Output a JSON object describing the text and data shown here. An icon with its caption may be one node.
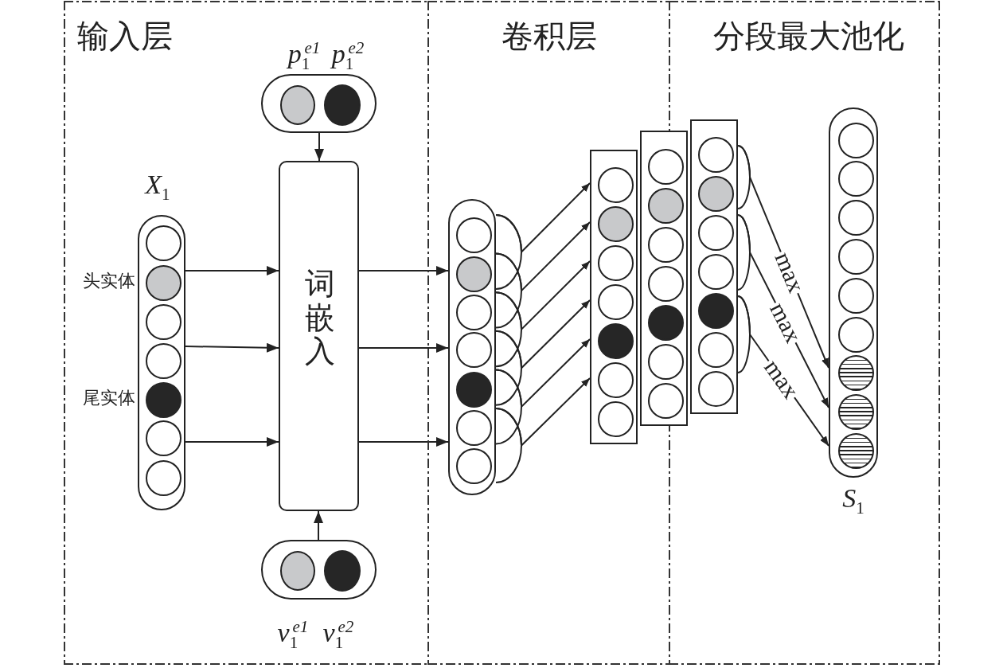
{
  "diagram": {
    "nodes": [
      {
        "text": [
          "输入层"
        ]
      },
      {
        "text": [
          "卷积层"
        ]
      },
      {
        "text": [
          "分段最大池化"
        ]
      },
      {
        "text": [
          "X$_{1}$"
        ],
        "beside": [
          "头实体",
          "尾实体"
        ],
        "in": 0
      },
      {
        "text": [
          "p$_{1}$$^{e1}$",
          "p$_{1}$$^{e2}$"
        ],
        "in": 0
      },
      {
        "text": [
          "词嵌入"
        ],
        "in": 0
      },
      {
        "text": [
          "v$_{1}$$^{e1}$",
          "v$_{1}$$^{e2}$"
        ],
        "in": 0
      },
      {
        "text": [],
        "shape": "bar",
        "in": 1
      },
      {
        "text": [],
        "shape": "box",
        "in": 1
      },
      {
        "text": [],
        "shape": "box"
      },
      {
        "text": [],
        "shape": "box",
        "in": 2
      },
      {
        "text": [
          "S$_{1}$"
        ],
        "in": 2
      }
    ],
    "edges": [
      {
        "from": 3,
        "to": 5,
        "arrow": "to"
      },
      {
        "from": 3,
        "to": 5,
        "arrow": "to"
      },
      {
        "from": 3,
        "to": 5,
        "arrow": "to"
      },
      {
        "from": 4,
        "to": 5,
        "arrow": "to"
      },
      {
        "from": 6,
        "to": 5,
        "arrow": "to"
      },
      {
        "from": 5,
        "to": 7,
        "arrow": "to"
      },
      {
        "from": 5,
        "to": 7,
        "arrow": "to"
      },
      {
        "from": 5,
        "to": 7,
        "arrow": "to"
      },
      {
        "from": 7,
        "to": 8,
        "arrow": "to"
      },
      {
        "from": 7,
        "to": 8,
        "arrow": "to"
      },
      {
        "from": 7,
        "to": 8,
        "arrow": "to"
      },
      {
        "from": 7,
        "to": 8,
        "arrow": "to"
      },
      {
        "from": 7,
        "to": 8,
        "arrow": "to"
      },
      {
        "from": 7,
        "to": 8,
        "arrow": "to"
      },
      {
        "from": 10,
        "to": 11,
        "arrow": "to",
        "label": "max"
      },
      {
        "from": 10,
        "to": 11,
        "arrow": "to",
        "label": "max"
      },
      {
        "from": 10,
        "to": 11,
        "arrow": "to",
        "label": "max"
      }
    ]
  }
}
